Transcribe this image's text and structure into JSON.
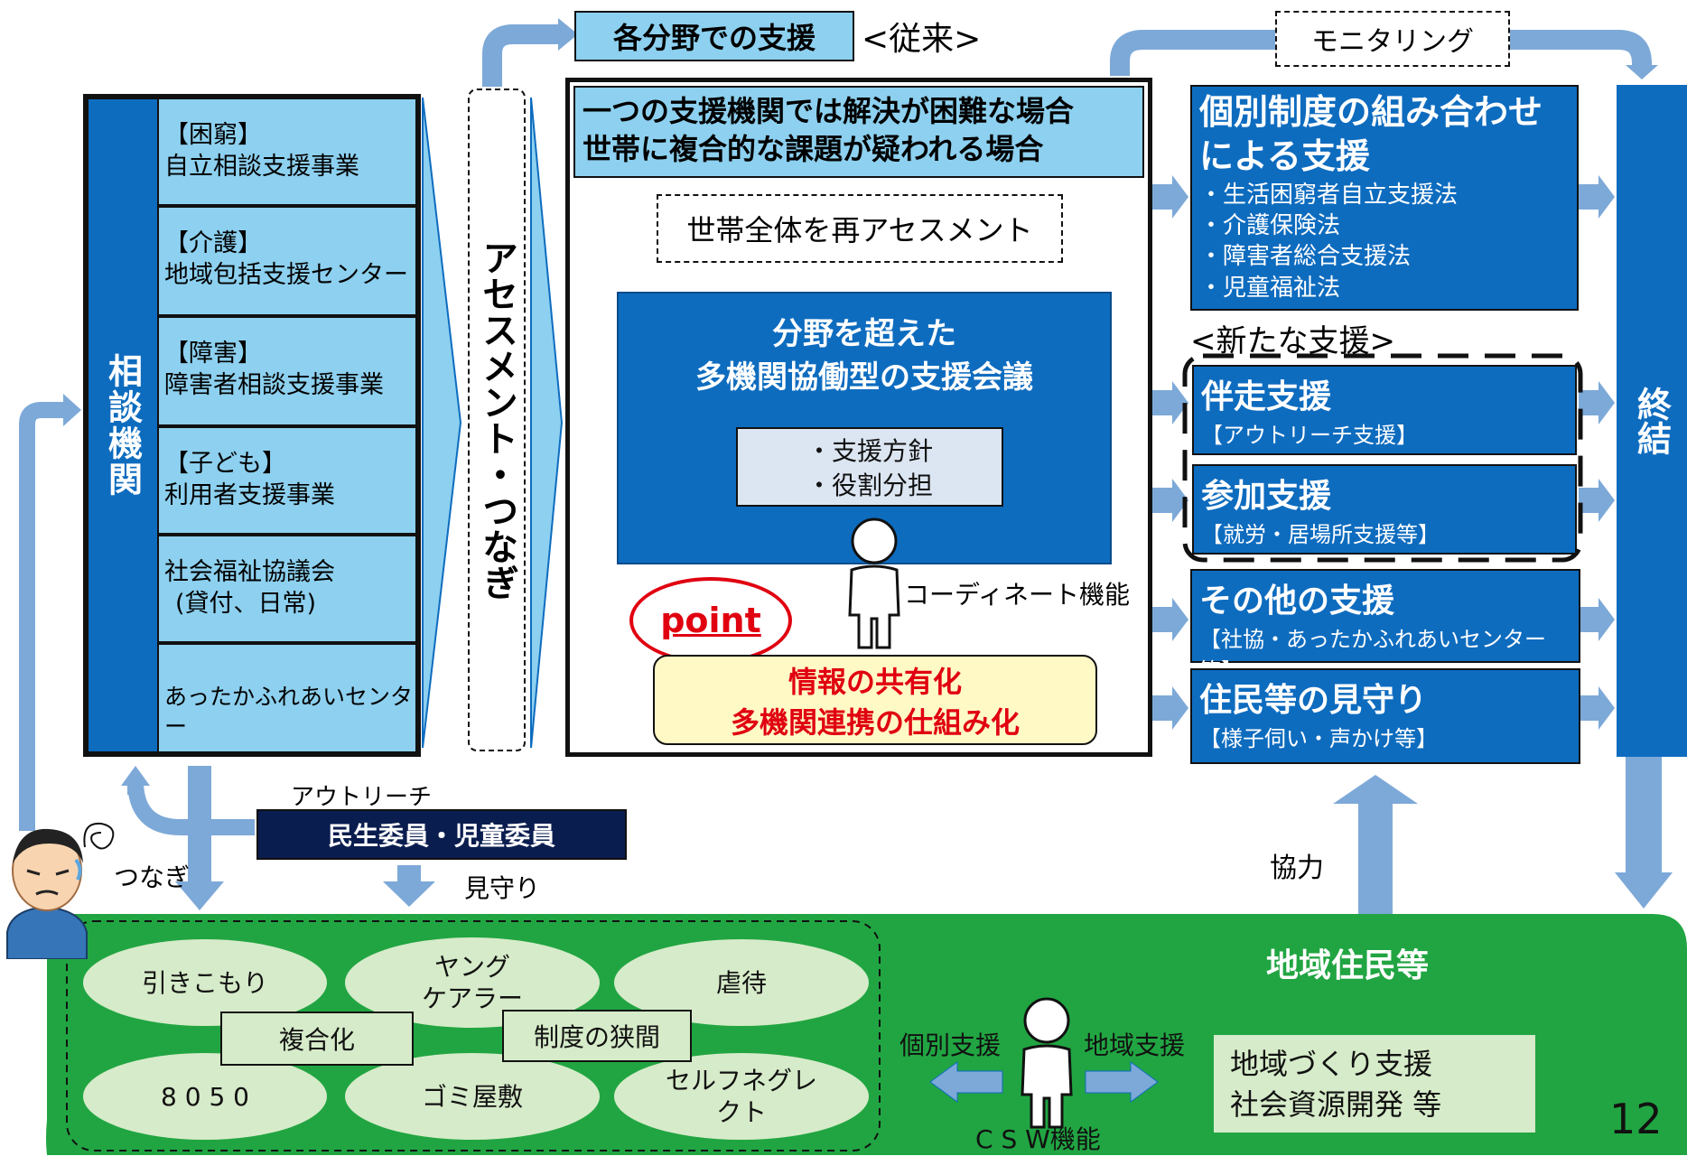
{
  "colors": {
    "blue": "#0e6cbf",
    "light": "#8dd0ef",
    "arrow": "#7da9d8",
    "green": "#21a542",
    "ellipse": "#d6ebc9",
    "navy": "#0a1d4f",
    "red": "#e00010",
    "yellow": "#fff9c6",
    "pale": "#dce6f2"
  },
  "top": {
    "conventional_label": "各分野での支援",
    "conventional_tag": "<従来>",
    "monitoring": "モニタリング"
  },
  "agencies": {
    "title": "相談機関",
    "items": [
      {
        "category": "【困窮】",
        "name": "自立相談支援事業"
      },
      {
        "category": "【介護】",
        "name": "地域包括支援センター"
      },
      {
        "category": "【障害】",
        "name": "障害者相談支援事業"
      },
      {
        "category": "【子ども】",
        "name": "利用者支援事業"
      },
      {
        "category": "社会福祉協議会",
        "name": "(貸付、日常)"
      },
      {
        "category": "",
        "name": "あったかふれあいセンター"
      }
    ]
  },
  "assessment": {
    "label": "アセスメント・つなぎ"
  },
  "center": {
    "header_line1": "一つの支援機関では解決が困難な場合",
    "header_line2": "世帯に複合的な課題が疑われる場合",
    "reassess": "世帯全体を再アセスメント",
    "meeting_line1": "分野を超えた",
    "meeting_line2": "多機関協働型の支援会議",
    "policy_line1": "・支援方針",
    "policy_line2": "・役割分担",
    "coordinate": "コーディネート機能",
    "point": "point",
    "callout_line1": "情報の共有化",
    "callout_line2": "多機関連携の仕組み化"
  },
  "supports": {
    "combined_title_line1": "個別制度の組み合わせ",
    "combined_title_line2": "による支援",
    "combined_items": [
      "・生活困窮者自立支援法",
      "・介護保険法",
      "・障害者総合支援法",
      "・児童福祉法"
    ],
    "new_tag": "<新たな支援>",
    "new": [
      {
        "title": "伴走支援",
        "sub": "【アウトリーチ支援】"
      },
      {
        "title": "参加支援",
        "sub": "【就労・居場所支援等】"
      }
    ],
    "others": [
      {
        "title": "その他の支援",
        "sub": "【社協・あったかふれあいセンター等】"
      },
      {
        "title": "住民等の見守り",
        "sub": "【様子伺い・声かけ等】"
      }
    ],
    "end": "終結"
  },
  "bottom": {
    "outreach": "アウトリーチ",
    "volunteers": "民生委員・児童委員",
    "connect": "つなぎ",
    "watch": "見守り",
    "cooperate": "協力",
    "residents": "地域住民等",
    "issues": {
      "hikikomori": "引きこもり",
      "young_line1": "ヤング",
      "young_line2": "ケアラー",
      "abuse": "虐待",
      "n8050": "8 0 5 0",
      "garbage": "ゴミ屋敷",
      "neglect_line1": "セルフネグレ",
      "neglect_line2": "クト",
      "complex": "複合化",
      "gap": "制度の狭間"
    },
    "individual": "個別支援",
    "community": "地域支援",
    "csw": "C S W機能",
    "dev_line1": "地域づくり支援",
    "dev_line2": "社会資源開発 等"
  },
  "page_number": "12"
}
